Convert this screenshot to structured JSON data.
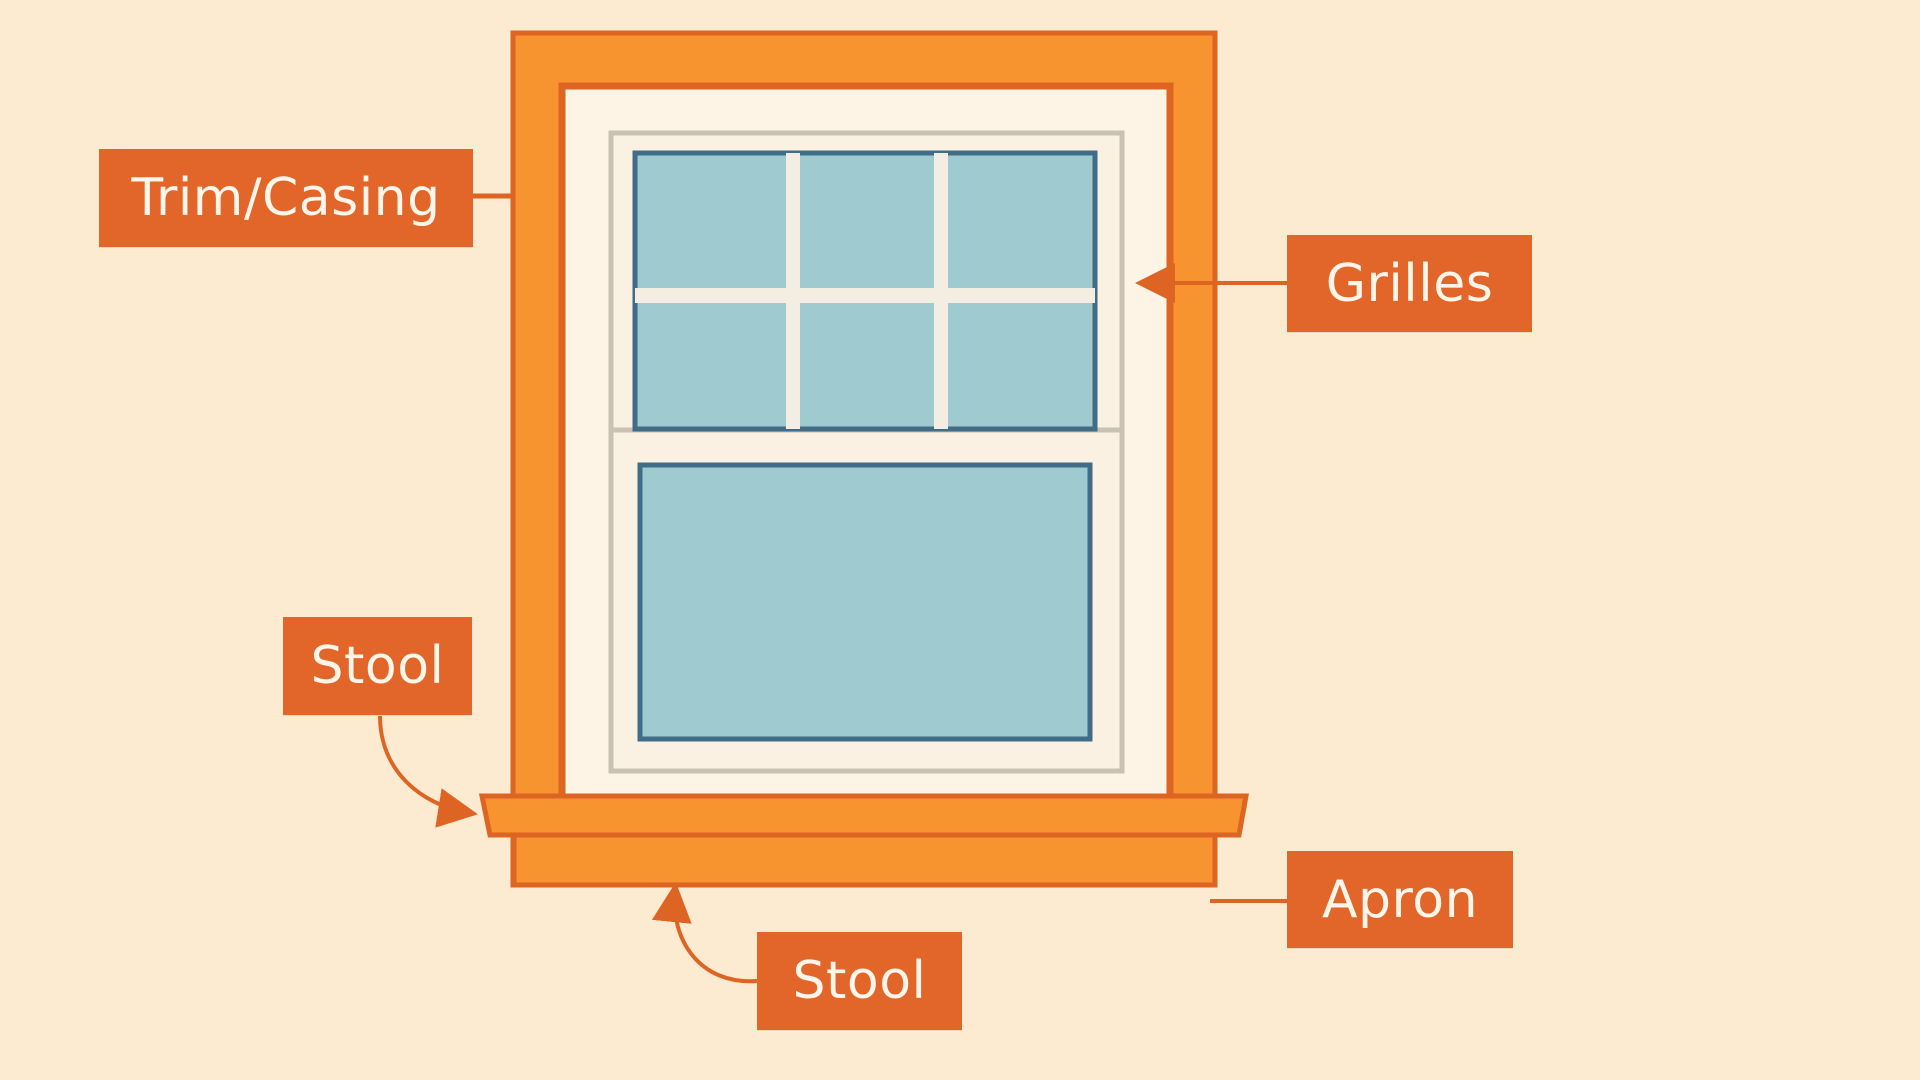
{
  "labels": {
    "trim_casing": "Trim/Casing",
    "grilles": "Grilles",
    "stool_left": "Stool",
    "apron": "Apron",
    "stool_bottom": "Stool"
  },
  "colors": {
    "background": "#fcebd0",
    "trim": "#f7942f",
    "trim_stroke": "#de6423",
    "label_fill": "#e2652a",
    "label_text": "#fff5e8",
    "window_frame": "#fdf4e6",
    "sash_stroke": "#c9c1b2",
    "glass": "#9fcbd0",
    "glass_stroke": "#3f6c86",
    "grille": "#f4eee2",
    "leader": "#de6423"
  }
}
